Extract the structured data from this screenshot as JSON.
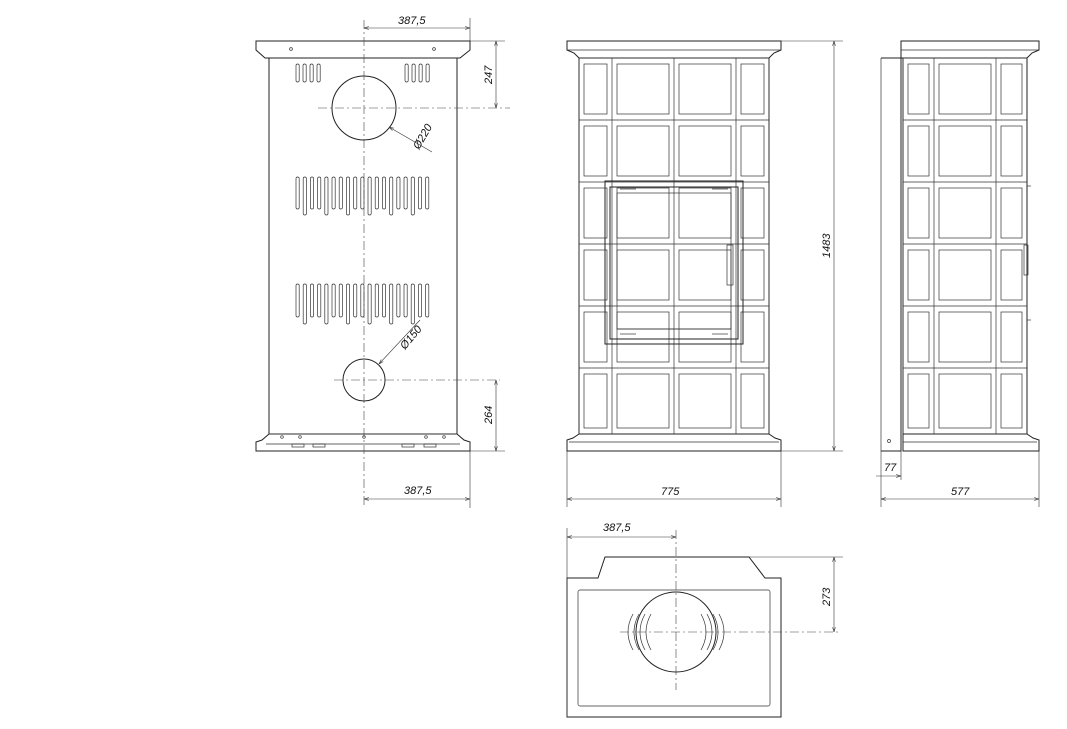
{
  "dimensions": {
    "rear_offset_top": "387,5",
    "rear_top_flue_height": "247",
    "rear_top_flue_diameter": "Ø220",
    "rear_bottom_inlet_diameter": "Ø150",
    "rear_bottom_inlet_height": "264",
    "rear_offset_bottom": "387,5",
    "front_total_height": "1483",
    "front_width": "775",
    "side_depth_offset": "77",
    "side_depth": "577",
    "plan_offset": "387,5",
    "plan_depth": "273"
  }
}
